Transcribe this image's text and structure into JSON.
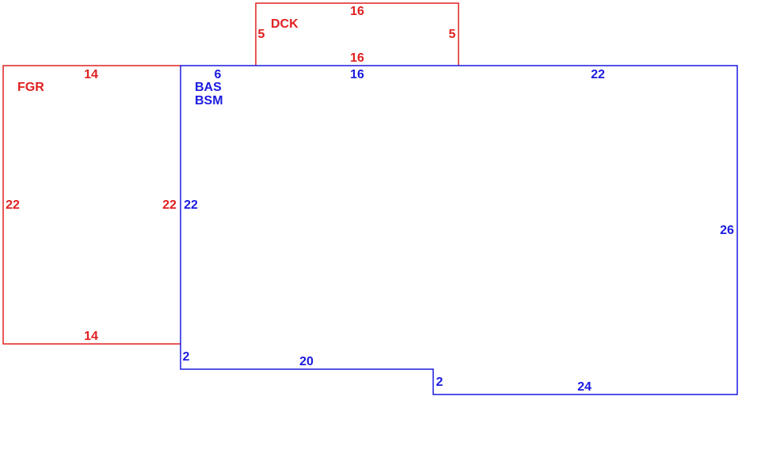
{
  "colors": {
    "red": "#e02020",
    "blue": "#1a1ae0"
  },
  "areas": {
    "dck": {
      "code": "DCK",
      "top": "16",
      "bottom": "16",
      "left": "5",
      "right": "5"
    },
    "fgr": {
      "code": "FGR",
      "top": "14",
      "bottom": "14",
      "left": "22",
      "right": "22"
    },
    "bas": {
      "code": "BAS",
      "subcode": "BSM",
      "top_left_seg": "6",
      "top_mid_seg": "16",
      "top_right_seg": "22",
      "left": "22",
      "right": "26",
      "left_jog": "2",
      "bottom_left": "20",
      "mid_jog": "2",
      "bottom_right": "24"
    }
  }
}
